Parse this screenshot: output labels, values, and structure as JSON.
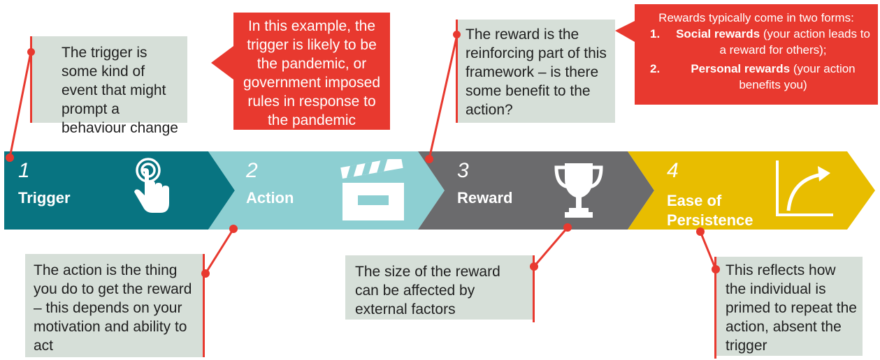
{
  "steps": [
    {
      "number": "1",
      "label": "Trigger",
      "color": "#087481",
      "icon": "tap-hand-icon"
    },
    {
      "number": "2",
      "label": "Action",
      "color": "#8dcfd2",
      "icon": "clapperboard-icon"
    },
    {
      "number": "3",
      "label": "Reward",
      "color": "#6b6b6d",
      "icon": "trophy-icon"
    },
    {
      "number": "4",
      "label_line1": "Ease of",
      "label_line2": "Persistence",
      "color": "#e8bd00",
      "icon": "rising-curve-icon"
    }
  ],
  "notes": {
    "trigger": "The trigger is some kind of event that might prompt a behaviour change",
    "trigger_example": "In this example, the trigger is likely to be the pandemic, or government imposed rules in response to the pandemic",
    "reward": "The reward is the reinforcing part of this framework – is there some benefit to the action?",
    "action": "The action is the thing you do to get the reward – this depends on your motivation and ability to act",
    "reward_size": "The size of the reward can be affected by external factors",
    "persistence": "This reflects how the individual is primed to repeat the action, absent the trigger"
  },
  "rewards_callout": {
    "intro": "Rewards typically come in two forms:",
    "items": [
      {
        "num": "1.",
        "bold": "Social rewards",
        "rest": " (your action leads to a reward for others);"
      },
      {
        "num": "2.",
        "bold": "Personal rewards",
        "rest": " (your action benefits you)"
      }
    ]
  },
  "colors": {
    "accent": "#e8392f",
    "note_bg": "#d6dfd8"
  }
}
